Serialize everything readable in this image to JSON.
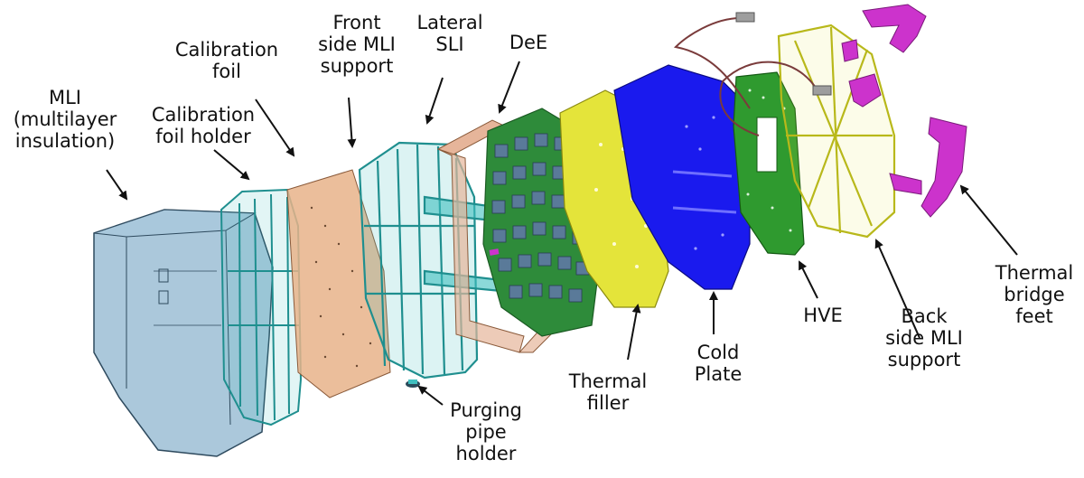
{
  "labels": {
    "mli": "MLI\n(multilayer\ninsulation)",
    "calibration_foil_holder": "Calibration\nfoil holder",
    "calibration_foil": "Calibration\nfoil",
    "front_side_mli_support": "Front\nside MLI\nsupport",
    "lateral_sli": "Lateral\nSLI",
    "dee": "DeE",
    "purging_pipe_holder": "Purging\npipe\nholder",
    "thermal_filler": "Thermal\nfiller",
    "cold_plate": "Cold\nPlate",
    "hve": "HVE",
    "back_side_mli_support": "Back\nside MLI\nsupport",
    "thermal_bridge_feet": "Thermal\nbridge\nfeet"
  },
  "colors": {
    "mli": "#8fb6cf",
    "cal_holder": "#3fbfbf",
    "cal_foil": "#e8b38a",
    "front_support": "#3fbfbf",
    "lateral_sli": "#e6b59a",
    "dee_board": "#2e8b3a",
    "dee_modules": "#5a7a99",
    "thermal_filler": "#e4e43a",
    "cold_plate": "#1a1aee",
    "hve": "#2f9a2f",
    "back_support": "#e6e64a",
    "thermal_feet": "#cc33cc",
    "cable": "#7a3b3b",
    "arrow": "#111111"
  }
}
